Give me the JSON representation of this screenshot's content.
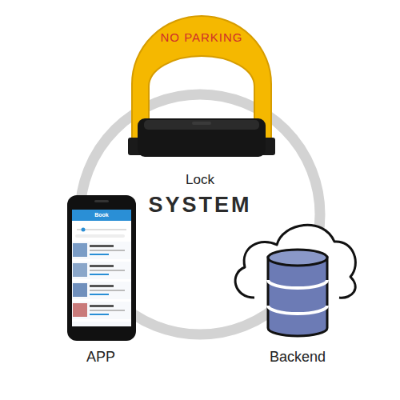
{
  "diagram": {
    "labels": [
      "NO PARKING",
      "Lock",
      "SYSTEM",
      "Book",
      "APP",
      "Backend"
    ]
  }
}
